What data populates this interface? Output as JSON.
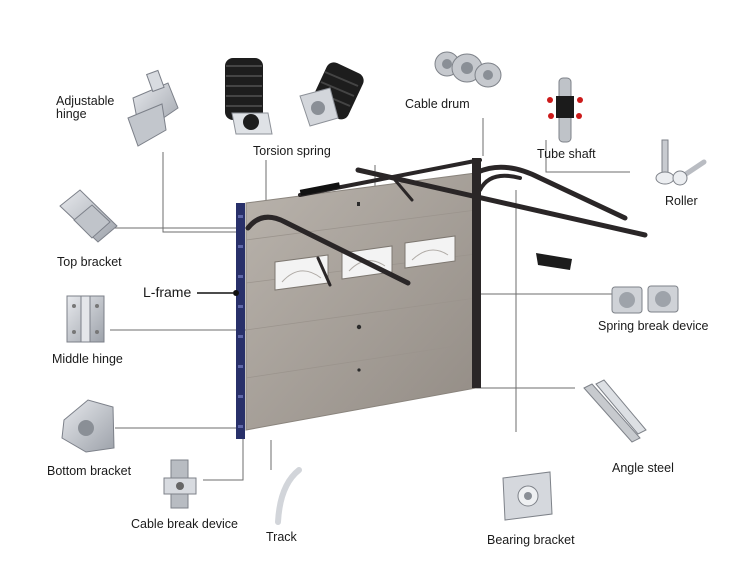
{
  "labels": {
    "adjustable_hinge": "Adjustable\nhinge",
    "torsion_spring": "Torsion spring",
    "cable_drum": "Cable drum",
    "tube_shaft": "Tube shaft",
    "roller": "Roller",
    "top_bracket": "Top bracket",
    "l_frame": "L-frame",
    "spring_break_device": "Spring break device",
    "middle_hinge": "Middle hinge",
    "angle_steel": "Angle steel",
    "bottom_bracket": "Bottom bracket",
    "cable_break_device": "Cable break device",
    "track": "Track",
    "bearing_bracket": "Bearing bracket"
  },
  "colors": {
    "door_panel": "#a8a29b",
    "door_edge": "#8a847d",
    "track": "#2a2627",
    "frame_blue": "#28306a",
    "leader_line": "#6e6e6e",
    "part_metal": "#c9ccd2",
    "spring_black": "#1d1d1d",
    "red_accent": "#cc1a1a"
  }
}
